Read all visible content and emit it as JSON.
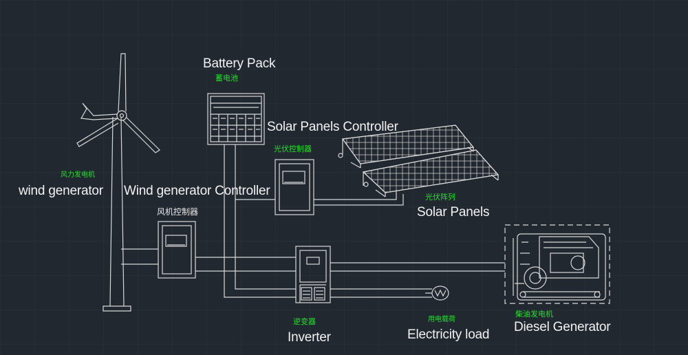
{
  "colors": {
    "background": "#212830",
    "grid": "#2c343d",
    "line": "#d9d9d9",
    "label_en": "#f2f2f2",
    "label_cn": "#22e02a"
  },
  "components": {
    "battery_pack": {
      "label": "Battery Pack",
      "label_cn": "蓄电池"
    },
    "solar_controller": {
      "label": "Solar Panels Controller",
      "label_cn": "光伏控制器"
    },
    "wind_generator": {
      "label": "wind generator",
      "label_cn": "风力发电机"
    },
    "wind_controller": {
      "label": "Wind generator Controller",
      "label_cn": "风机控制器"
    },
    "solar_panels": {
      "label": "Solar Panels",
      "label_cn": "光伏阵列"
    },
    "inverter": {
      "label": "Inverter",
      "label_cn": "逆变器"
    },
    "electricity_load": {
      "label": "Electricity load",
      "label_cn": "用电载荷"
    },
    "diesel_generator": {
      "label": "Diesel Generator",
      "label_cn": "柴油发电机"
    }
  }
}
